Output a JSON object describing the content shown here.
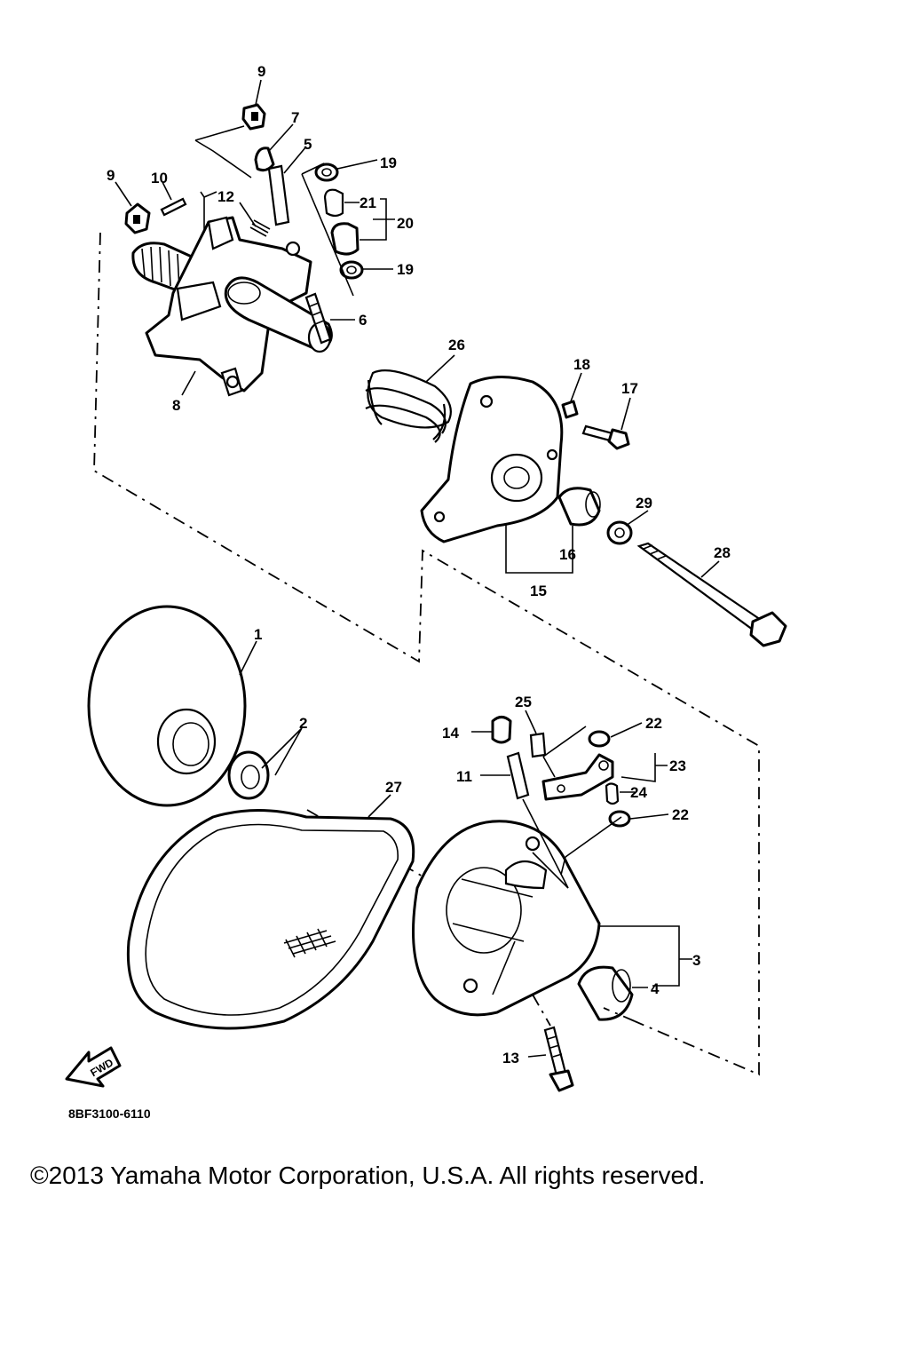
{
  "diagram": {
    "part_code": "8BF3100-6110",
    "fwd_label": "FWD",
    "callouts": {
      "c1": "1",
      "c2": "2",
      "c3": "3",
      "c4": "4",
      "c5": "5",
      "c6": "6",
      "c7": "7",
      "c8": "8",
      "c9a": "9",
      "c9b": "9",
      "c10": "10",
      "c11": "11",
      "c12": "12",
      "c13": "13",
      "c14": "14",
      "c15": "15",
      "c16": "16",
      "c17": "17",
      "c18": "18",
      "c19a": "19",
      "c19b": "19",
      "c20": "20",
      "c21": "21",
      "c22a": "22",
      "c22b": "22",
      "c23": "23",
      "c24": "24",
      "c25": "25",
      "c26": "26",
      "c27": "27",
      "c28": "28",
      "c29": "29"
    }
  },
  "footer": {
    "copyright": "©2013 Yamaha Motor Corporation, U.S.A. All rights reserved."
  }
}
